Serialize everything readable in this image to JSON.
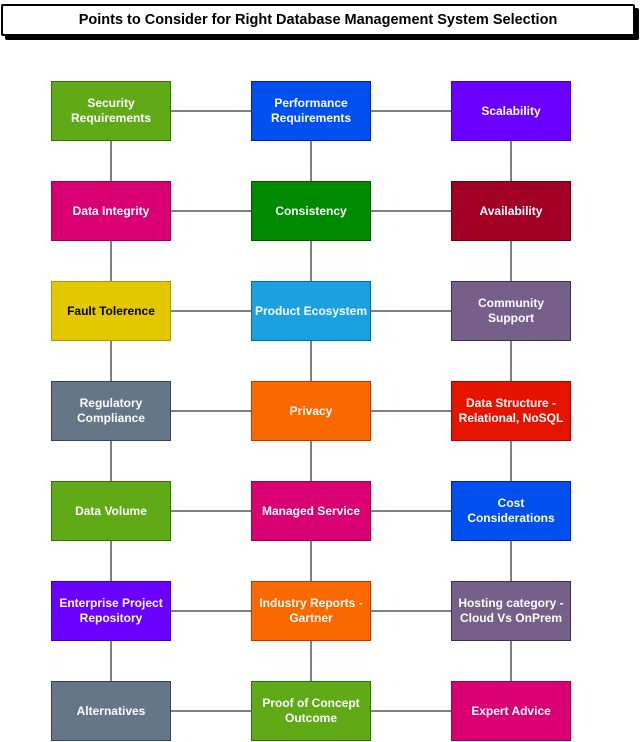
{
  "title": "Points to Consider for Right Database Management System Selection",
  "nodes": [
    {
      "id": "security",
      "label": "Security\nRequirements",
      "col": 0,
      "row": 0,
      "fill": "#60a917",
      "border": "#2d7600"
    },
    {
      "id": "performance",
      "label": "Performance\nRequirements",
      "col": 1,
      "row": 0,
      "fill": "#0050ef",
      "border": "#001dbc"
    },
    {
      "id": "scalability",
      "label": "Scalability",
      "col": 2,
      "row": 0,
      "fill": "#6a00ff",
      "border": "#3700cc"
    },
    {
      "id": "data-integrity",
      "label": "Data Integrity",
      "col": 0,
      "row": 1,
      "fill": "#d80073",
      "border": "#a50040"
    },
    {
      "id": "consistency",
      "label": "Consistency",
      "col": 1,
      "row": 1,
      "fill": "#008a00",
      "border": "#005700"
    },
    {
      "id": "availability",
      "label": "Availability",
      "col": 2,
      "row": 1,
      "fill": "#a20025",
      "border": "#6f0000"
    },
    {
      "id": "fault-tolerence",
      "label": "Fault Tolerence",
      "col": 0,
      "row": 2,
      "fill": "#e3c800",
      "border": "#b09500",
      "text": "#000000"
    },
    {
      "id": "product-ecosystem",
      "label": "Product Ecosystem",
      "col": 1,
      "row": 2,
      "fill": "#1ba1e2",
      "border": "#006eaf"
    },
    {
      "id": "community-support",
      "label": "Community Support",
      "col": 2,
      "row": 2,
      "fill": "#76608a",
      "border": "#432d57"
    },
    {
      "id": "regulatory-compliance",
      "label": "Regulatory\nCompliance",
      "col": 0,
      "row": 3,
      "fill": "#647687",
      "border": "#314354"
    },
    {
      "id": "privacy",
      "label": "Privacy",
      "col": 1,
      "row": 3,
      "fill": "#fa6800",
      "border": "#c73500"
    },
    {
      "id": "data-structure",
      "label": "Data Structure -\nRelational, NoSQL",
      "col": 2,
      "row": 3,
      "fill": "#e51400",
      "border": "#b20000"
    },
    {
      "id": "data-volume",
      "label": "Data Volume",
      "col": 0,
      "row": 4,
      "fill": "#60a917",
      "border": "#2d7600"
    },
    {
      "id": "managed-service",
      "label": "Managed Service",
      "col": 1,
      "row": 4,
      "fill": "#d80073",
      "border": "#a50040"
    },
    {
      "id": "cost-considerations",
      "label": "Cost Considerations",
      "col": 2,
      "row": 4,
      "fill": "#0050ef",
      "border": "#001dbc"
    },
    {
      "id": "enterprise-project-repository",
      "label": "Enterprise Project\nRepository",
      "col": 0,
      "row": 5,
      "fill": "#6a00ff",
      "border": "#3700cc"
    },
    {
      "id": "industry-reports",
      "label": "Industry Reports -\nGartner",
      "col": 1,
      "row": 5,
      "fill": "#fa6800",
      "border": "#c73500"
    },
    {
      "id": "hosting-category",
      "label": "Hosting category -\nCloud Vs OnPrem",
      "col": 2,
      "row": 5,
      "fill": "#76608a",
      "border": "#432d57"
    },
    {
      "id": "alternatives",
      "label": "Alternatives",
      "col": 0,
      "row": 6,
      "fill": "#647687",
      "border": "#314354"
    },
    {
      "id": "proof-of-concept",
      "label": "Proof of Concept\nOutcome",
      "col": 1,
      "row": 6,
      "fill": "#60a917",
      "border": "#2d7600"
    },
    {
      "id": "expert-advice",
      "label": "Expert Advice",
      "col": 2,
      "row": 6,
      "fill": "#d80073",
      "border": "#a50040"
    }
  ],
  "links": [
    [
      "security",
      "performance"
    ],
    [
      "performance",
      "scalability"
    ],
    [
      "data-integrity",
      "consistency"
    ],
    [
      "consistency",
      "availability"
    ],
    [
      "fault-tolerence",
      "product-ecosystem"
    ],
    [
      "product-ecosystem",
      "community-support"
    ],
    [
      "regulatory-compliance",
      "privacy"
    ],
    [
      "privacy",
      "data-structure"
    ],
    [
      "data-volume",
      "managed-service"
    ],
    [
      "managed-service",
      "cost-considerations"
    ],
    [
      "enterprise-project-repository",
      "industry-reports"
    ],
    [
      "industry-reports",
      "hosting-category"
    ],
    [
      "alternatives",
      "proof-of-concept"
    ],
    [
      "proof-of-concept",
      "expert-advice"
    ],
    [
      "security",
      "data-integrity"
    ],
    [
      "data-integrity",
      "fault-tolerence"
    ],
    [
      "fault-tolerence",
      "regulatory-compliance"
    ],
    [
      "regulatory-compliance",
      "data-volume"
    ],
    [
      "data-volume",
      "enterprise-project-repository"
    ],
    [
      "enterprise-project-repository",
      "alternatives"
    ],
    [
      "performance",
      "consistency"
    ],
    [
      "consistency",
      "product-ecosystem"
    ],
    [
      "product-ecosystem",
      "privacy"
    ],
    [
      "privacy",
      "managed-service"
    ],
    [
      "managed-service",
      "industry-reports"
    ],
    [
      "industry-reports",
      "proof-of-concept"
    ],
    [
      "scalability",
      "availability"
    ],
    [
      "availability",
      "community-support"
    ],
    [
      "community-support",
      "data-structure"
    ],
    [
      "data-structure",
      "cost-considerations"
    ],
    [
      "cost-considerations",
      "hosting-category"
    ],
    [
      "hosting-category",
      "expert-advice"
    ]
  ],
  "line_color": "#000000"
}
